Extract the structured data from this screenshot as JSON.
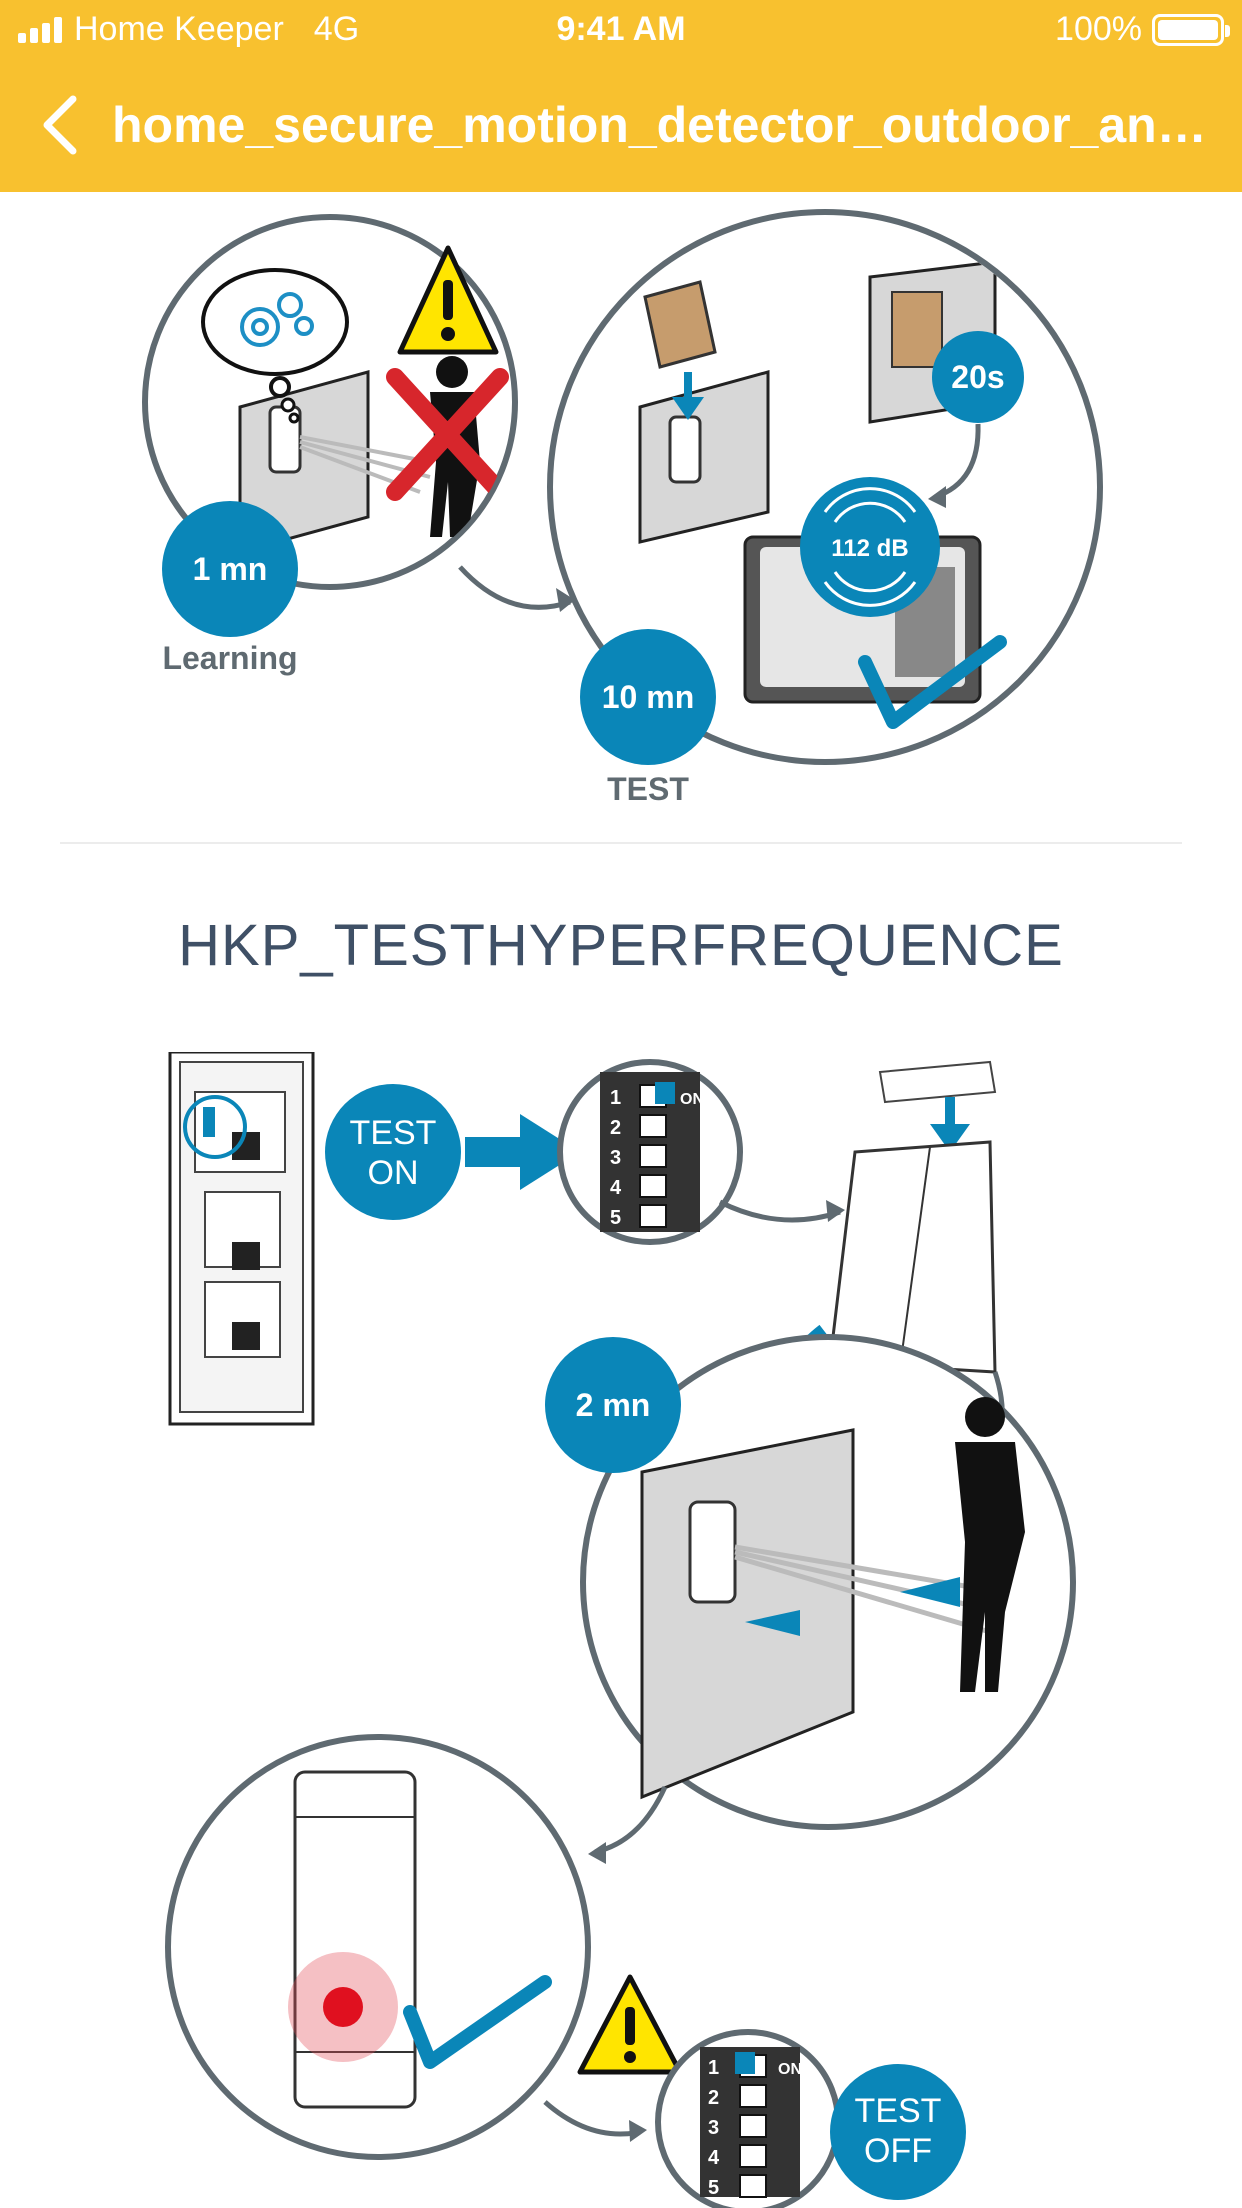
{
  "status_bar": {
    "carrier": "Home Keeper",
    "network": "4G",
    "time": "9:41 AM",
    "battery": "100%"
  },
  "nav": {
    "title": "home_secure_motion_detector_outdoor_anti..."
  },
  "illustration_1": {
    "learning_time": "1 mn",
    "learning_label": "Learning",
    "test_time": "10 mn",
    "test_label": "TEST",
    "timer": "20s",
    "siren_level": "112 dB"
  },
  "section": {
    "title": "HKP_TESTHYPERFREQUENCE"
  },
  "illustration_2": {
    "test_on_line1": "TEST",
    "test_on_line2": "ON",
    "walk_time": "2 mn",
    "test_off_line1": "TEST",
    "test_off_line2": "OFF",
    "switch_numbers": [
      "1",
      "2",
      "3",
      "4",
      "5"
    ],
    "switch_on": "ON"
  },
  "colors": {
    "header": "#f8c12f",
    "accent_blue": "#0a86b8",
    "circle_gray": "#5f6a71",
    "title": "#3f5066"
  }
}
